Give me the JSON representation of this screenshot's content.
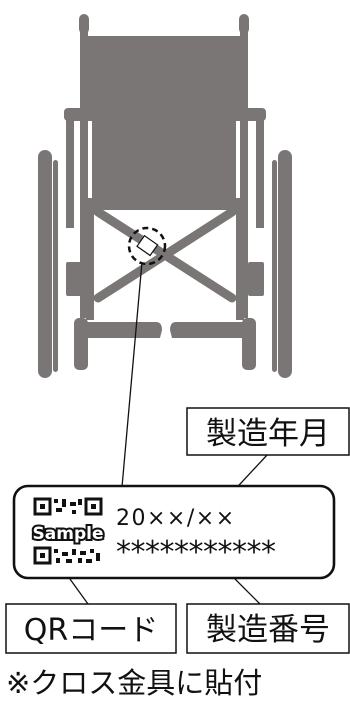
{
  "labels": {
    "date": "製造年月",
    "qr": "QRコード",
    "serial": "製造番号"
  },
  "label_plate": {
    "date_value": "20××/××",
    "serial_value": "***********",
    "qr_overlay": "Sample"
  },
  "note": "※クロス金具に貼付",
  "colors": {
    "wheelchair": "#7a7676",
    "ink": "#111111"
  }
}
